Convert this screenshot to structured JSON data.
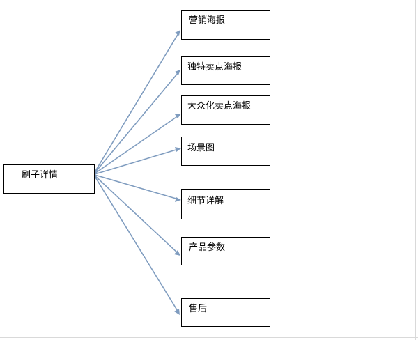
{
  "diagram": {
    "root": {
      "label": "刷子详情"
    },
    "children": [
      {
        "label": "营销海报"
      },
      {
        "label": "独特卖点海报"
      },
      {
        "label": "大众化卖点海报"
      },
      {
        "label": "场景图"
      },
      {
        "label": "细节详解"
      },
      {
        "label": "产品参数"
      },
      {
        "label": "售后"
      }
    ],
    "edge_color": "#7f9cbf",
    "box_border_color": "#000000"
  }
}
